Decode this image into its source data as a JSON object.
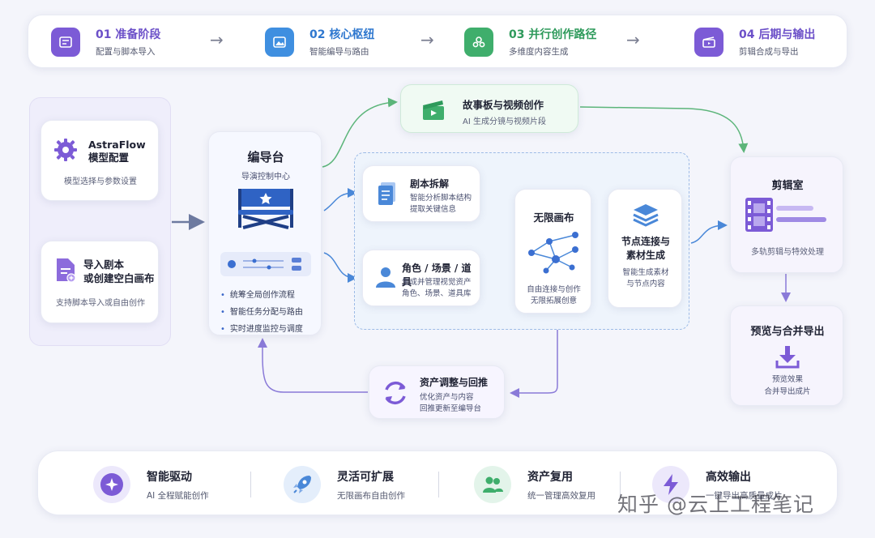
{
  "stages": [
    {
      "title": "01 准备阶段",
      "sub": "配置与脚本导入",
      "color": "#7c5bd6",
      "icon": "list-icon"
    },
    {
      "title": "02 核心枢纽",
      "sub": "智能编导与路由",
      "color": "#3f8fe0",
      "icon": "image-icon"
    },
    {
      "title": "03 并行创作路径",
      "sub": "多维度内容生成",
      "color": "#3fae6c",
      "icon": "people-icon"
    },
    {
      "title": "04 后期与输出",
      "sub": "剪辑合成与导出",
      "color": "#7c5bd6",
      "icon": "clapper-icon"
    }
  ],
  "title_colors": [
    "#6b4fc8",
    "#2f78cf",
    "#2e9a5b",
    "#6b4fc8"
  ],
  "model_config": {
    "title1": "AstraFlow",
    "title2": "模型配置",
    "sub": "模型选择与参数设置"
  },
  "import_script": {
    "title1": "导入剧本",
    "title2": "或创建空白画布",
    "sub": "支持脚本导入或自由创作"
  },
  "director": {
    "title": "编导台",
    "sub": "导演控制中心",
    "bullets": [
      "统筹全局创作流程",
      "智能任务分配与路由",
      "实时进度监控与调度"
    ]
  },
  "storyboard": {
    "title": "故事板与视频创作",
    "sub": "AI 生成分镜与视频片段"
  },
  "script_breakdown": {
    "title": "剧本拆解",
    "line1": "智能分析脚本结构",
    "line2": "提取关键信息"
  },
  "characters": {
    "title": "角色 / 场景 / 道具",
    "line1": "生成并管理视觉资产",
    "line2": "角色、场景、道具库"
  },
  "canvas": {
    "title": "无限画布",
    "line1": "自由连接与创作",
    "line2": "无限拓展创意"
  },
  "nodes": {
    "title1": "节点连接与",
    "title2": "素材生成",
    "line1": "智能生成素材",
    "line2": "与节点内容"
  },
  "asset_adjust": {
    "title": "资产调整与回推",
    "line1": "优化资产与内容",
    "line2": "回推更新至编导台"
  },
  "editing": {
    "title": "剪辑室",
    "sub": "多轨剪辑与特效处理"
  },
  "export": {
    "title": "预览与合并导出",
    "line1": "预览效果",
    "line2": "合并导出成片"
  },
  "features": [
    {
      "title": "智能驱动",
      "sub": "AI 全程赋能创作",
      "icon": "sparkle-icon"
    },
    {
      "title": "灵活可扩展",
      "sub": "无限画布自由创作",
      "icon": "rocket-icon"
    },
    {
      "title": "资产复用",
      "sub": "统一管理高效复用",
      "icon": "users-icon"
    },
    {
      "title": "高效输出",
      "sub": "一键导出高质量成片",
      "icon": "bolt-icon"
    }
  ],
  "watermark": "知乎 @云上工程笔记",
  "arrow_glyph": "→"
}
